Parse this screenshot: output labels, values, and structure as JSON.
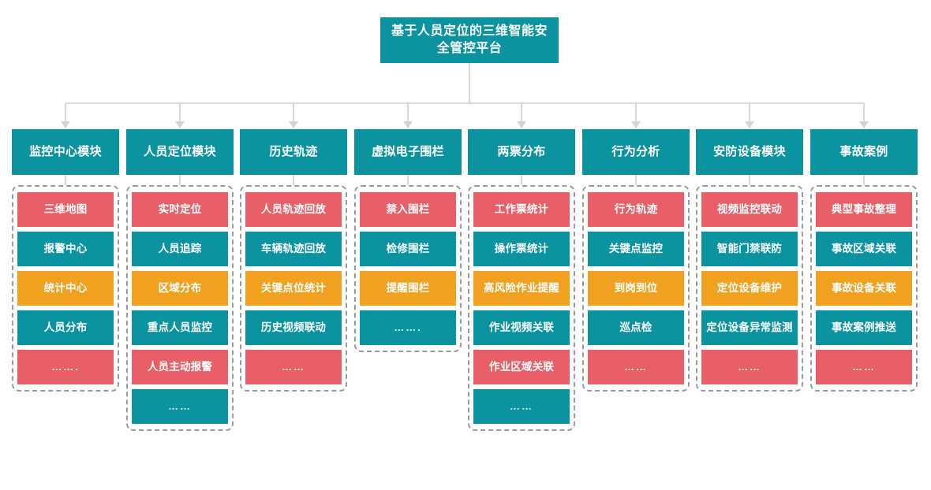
{
  "diagram": {
    "title": "基于人员定位的三维智能安全管控平台",
    "colors": {
      "teal": "#0c93a0",
      "red": "#e95f68",
      "orange": "#f0a120",
      "connector": "#cfcfcf",
      "group_border": "#9a9a9a"
    },
    "columns": [
      {
        "header": "监控中心模块",
        "items": [
          {
            "label": "三维地图",
            "color": "red"
          },
          {
            "label": "报警中心",
            "color": "teal"
          },
          {
            "label": "统计中心",
            "color": "orange"
          },
          {
            "label": "人员分布",
            "color": "teal"
          },
          {
            "label": "…….",
            "color": "red"
          }
        ]
      },
      {
        "header": "人员定位模块",
        "items": [
          {
            "label": "实时定位",
            "color": "red"
          },
          {
            "label": "人员追踪",
            "color": "teal"
          },
          {
            "label": "区域分布",
            "color": "orange"
          },
          {
            "label": "重点人员监控",
            "color": "teal"
          },
          {
            "label": "人员主动报警",
            "color": "red"
          },
          {
            "label": "……",
            "color": "teal"
          }
        ]
      },
      {
        "header": "历史轨迹",
        "items": [
          {
            "label": "人员轨迹回放",
            "color": "red"
          },
          {
            "label": "车辆轨迹回放",
            "color": "teal"
          },
          {
            "label": "关键点位统计",
            "color": "orange"
          },
          {
            "label": "历史视频联动",
            "color": "teal"
          },
          {
            "label": "……",
            "color": "red"
          }
        ]
      },
      {
        "header": "虚拟电子围栏",
        "items": [
          {
            "label": "禁入围栏",
            "color": "red"
          },
          {
            "label": "检修围栏",
            "color": "teal"
          },
          {
            "label": "提醒围栏",
            "color": "orange"
          },
          {
            "label": "…….",
            "color": "teal"
          }
        ]
      },
      {
        "header": "两票分布",
        "items": [
          {
            "label": "工作票统计",
            "color": "red"
          },
          {
            "label": "操作票统计",
            "color": "teal"
          },
          {
            "label": "高风险作业提醒",
            "color": "orange"
          },
          {
            "label": "作业视频关联",
            "color": "teal"
          },
          {
            "label": "作业区域关联",
            "color": "red"
          },
          {
            "label": "……",
            "color": "teal"
          }
        ]
      },
      {
        "header": "行为分析",
        "items": [
          {
            "label": "行为轨迹",
            "color": "red"
          },
          {
            "label": "关键点监控",
            "color": "teal"
          },
          {
            "label": "到岗到位",
            "color": "orange"
          },
          {
            "label": "巡点检",
            "color": "teal"
          },
          {
            "label": "……",
            "color": "red"
          }
        ]
      },
      {
        "header": "安防设备模块",
        "items": [
          {
            "label": "视频监控联动",
            "color": "red"
          },
          {
            "label": "智能门禁联防",
            "color": "teal"
          },
          {
            "label": "定位设备维护",
            "color": "orange"
          },
          {
            "label": "定位设备异常监测",
            "color": "teal"
          },
          {
            "label": "……",
            "color": "red"
          }
        ]
      },
      {
        "header": "事故案例",
        "items": [
          {
            "label": "典型事故整理",
            "color": "red"
          },
          {
            "label": "事故区域关联",
            "color": "teal"
          },
          {
            "label": "事故设备关联",
            "color": "orange"
          },
          {
            "label": "事故案例推送",
            "color": "teal"
          },
          {
            "label": "……",
            "color": "red"
          }
        ]
      }
    ]
  }
}
